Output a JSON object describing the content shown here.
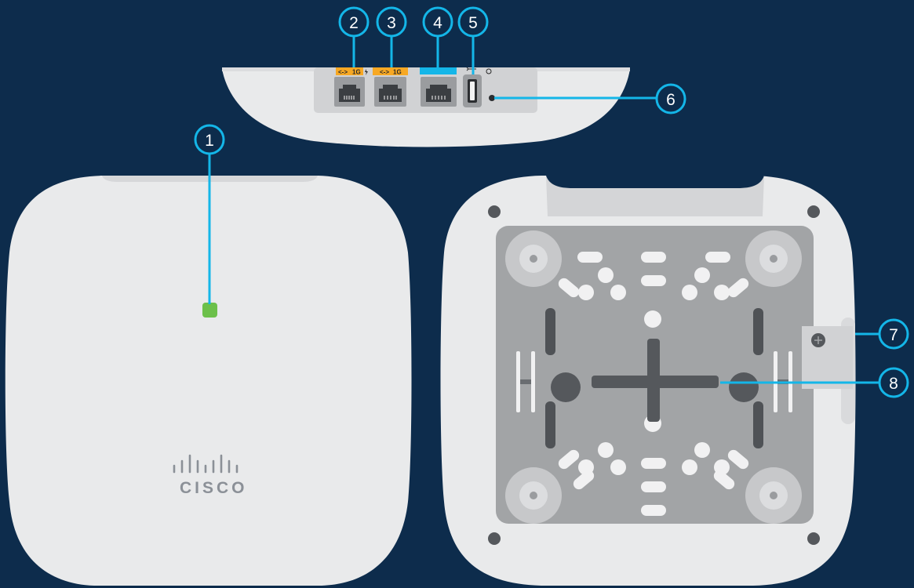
{
  "colors": {
    "background": "#0d2c4c",
    "callout": "#14b6e8",
    "device_body": "#e9eaeb",
    "mount_plate": "#a2a4a6",
    "status_led": "#6cc04a",
    "poe_port_tag": "#f7a823",
    "port_tag_blue": "#14b6e8"
  },
  "device": {
    "logo_text": "CISCO",
    "ports": [
      {
        "label": "1G",
        "tag_color": "#f7a823"
      },
      {
        "label": "1G",
        "tag_color": "#f7a823"
      },
      {
        "label": "",
        "tag_color": "#14b6e8"
      }
    ],
    "icons": [
      "usb-icon",
      "reset-icon",
      "poe-bolt-icon",
      "ethernet-arrows-icon"
    ]
  },
  "callouts": [
    {
      "number": "1"
    },
    {
      "number": "2"
    },
    {
      "number": "3"
    },
    {
      "number": "4"
    },
    {
      "number": "5"
    },
    {
      "number": "6"
    },
    {
      "number": "7"
    },
    {
      "number": "8"
    }
  ]
}
